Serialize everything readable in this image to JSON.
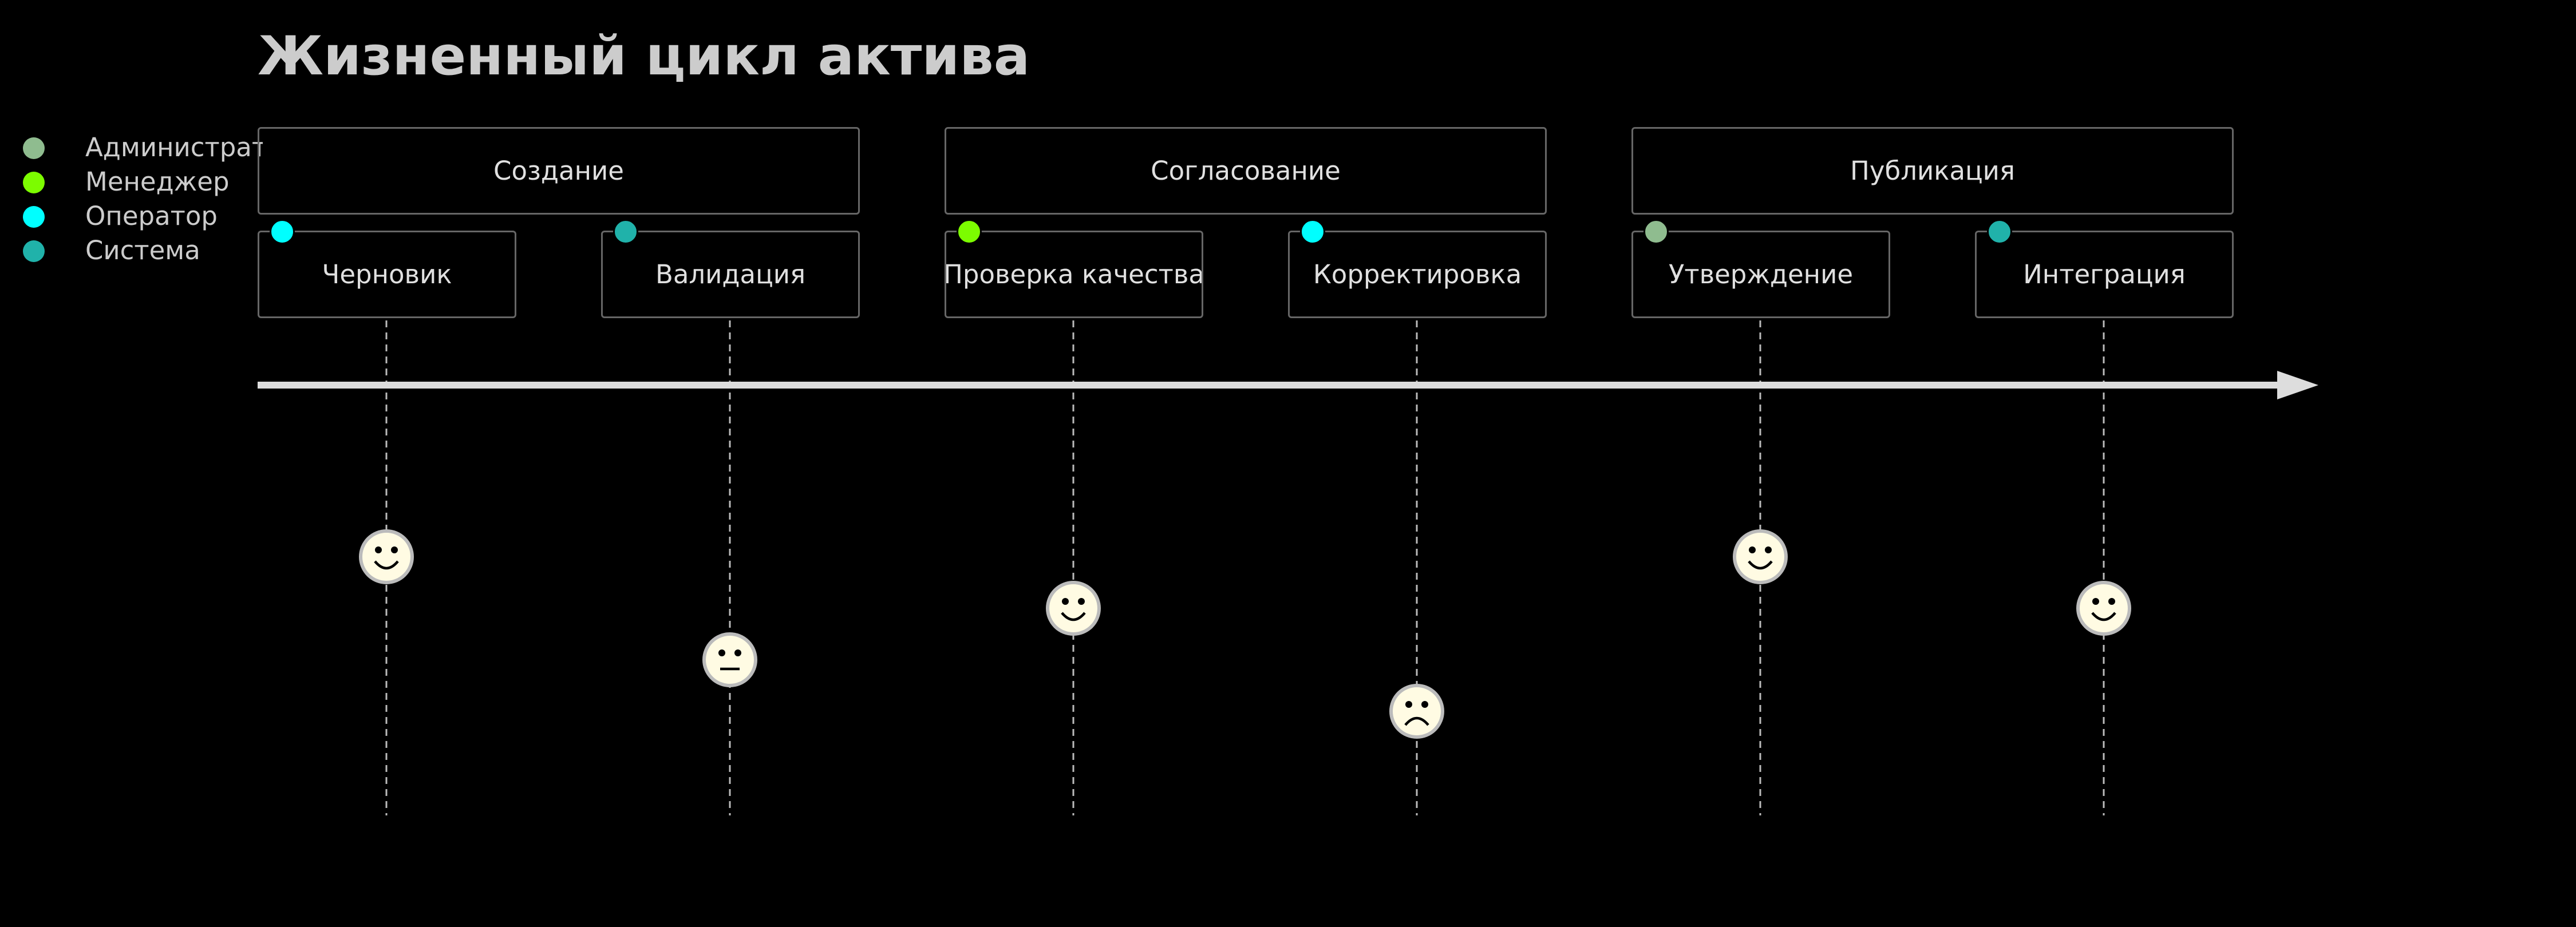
{
  "title": "Жизненный цикл актива",
  "legend": [
    {
      "label": "Администратор",
      "color": "#8fbc8f"
    },
    {
      "label": "Менеджер",
      "color": "#7cfc00"
    },
    {
      "label": "Оператор",
      "color": "#00ffff"
    },
    {
      "label": "Система",
      "color": "#20b2aa"
    }
  ],
  "phases": [
    {
      "label": "Создание",
      "style": "dark"
    },
    {
      "label": "Согласование",
      "style": "light"
    },
    {
      "label": "Публикация",
      "style": "dark"
    }
  ],
  "steps": [
    {
      "label": "Черновик",
      "actor": "Оператор",
      "mood": "happy"
    },
    {
      "label": "Валидация",
      "actor": "Система",
      "mood": "neutral"
    },
    {
      "label": "Проверка качества",
      "actor": "Менеджер",
      "mood": "happy"
    },
    {
      "label": "Корректировка",
      "actor": "Оператор",
      "mood": "sad"
    },
    {
      "label": "Утверждение",
      "actor": "Администратор",
      "mood": "happy"
    },
    {
      "label": "Интеграция",
      "actor": "Система",
      "mood": "happy"
    }
  ]
}
